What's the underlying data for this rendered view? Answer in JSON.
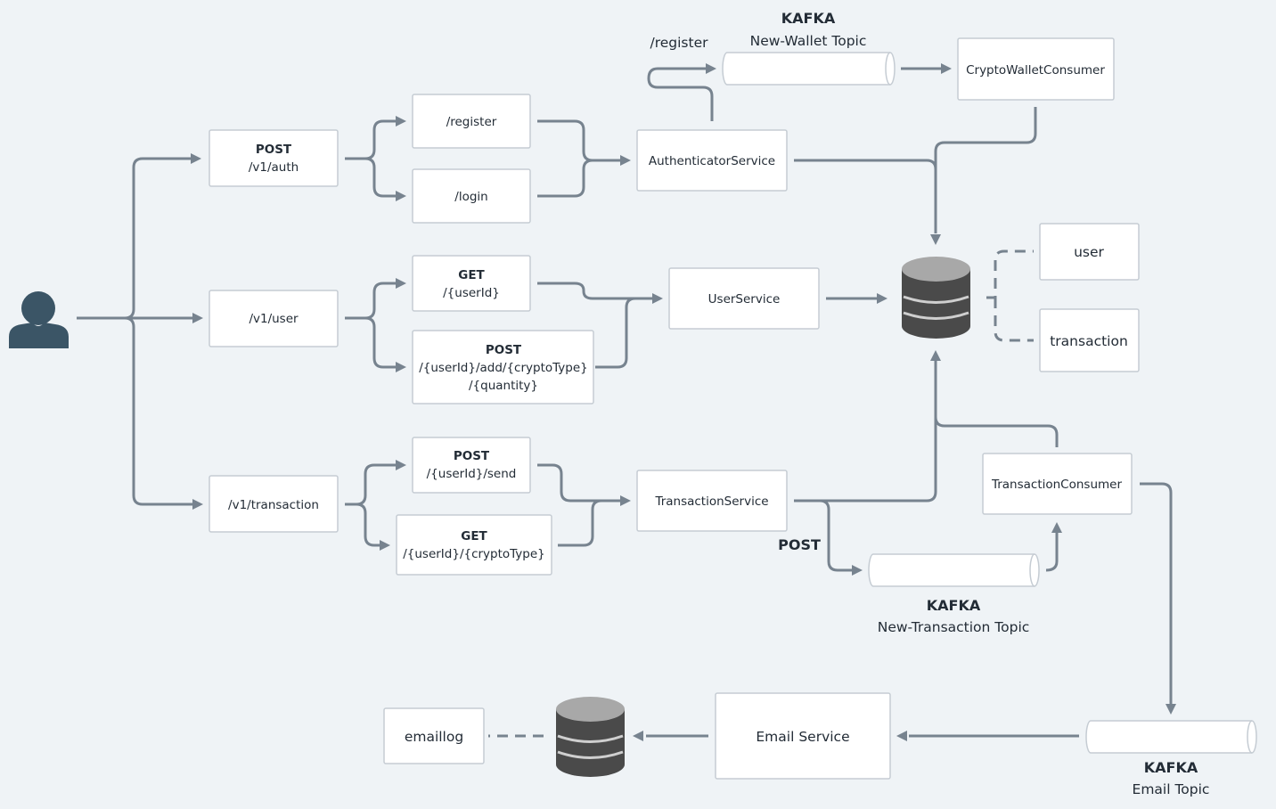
{
  "user_actor": {
    "icon": "person-icon"
  },
  "endpoints": {
    "auth": {
      "method": "POST",
      "path": "/v1/auth"
    },
    "user": {
      "path": "/v1/user"
    },
    "transaction": {
      "path": "/v1/transaction"
    }
  },
  "routes": {
    "register": "/register",
    "login": "/login",
    "get_user": {
      "method": "GET",
      "path": "/{userId}"
    },
    "post_add": {
      "method": "POST",
      "path_line1": "/{userId}/add/{cryptoType}",
      "path_line2": "/{quantity}"
    },
    "post_send": {
      "method": "POST",
      "path": "/{userId}/send"
    },
    "get_crypto": {
      "method": "GET",
      "path": "/{userId}/{cryptoType}"
    }
  },
  "services": {
    "authenticator": "AuthenticatorService",
    "user": "UserService",
    "transaction": "TransactionService",
    "email": "Email Service"
  },
  "consumers": {
    "crypto_wallet": "CryptoWalletConsumer",
    "transaction": "TransactionConsumer"
  },
  "tables": {
    "user": "user",
    "transaction": "transaction",
    "emaillog": "emaillog"
  },
  "kafka": {
    "new_wallet": {
      "label": "KAFKA",
      "topic": "New-Wallet Topic"
    },
    "new_transaction": {
      "label": "KAFKA",
      "topic": "New-Transaction Topic"
    },
    "email": {
      "label": "KAFKA",
      "topic": "Email Topic"
    }
  },
  "edge_labels": {
    "register": "/register",
    "post": "POST"
  },
  "colors": {
    "background": "#eff3f6",
    "connector": "#77838f",
    "database": "#4a4a4a",
    "person": "#3b5566"
  }
}
